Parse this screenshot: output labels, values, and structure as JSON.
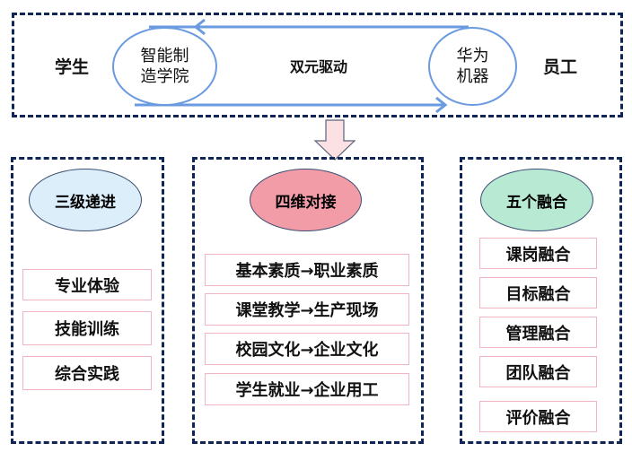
{
  "top": {
    "left_label": "学生",
    "left_circle": "智能制造学院",
    "center_label": "双元驱动",
    "right_circle": "华为机器",
    "right_label": "员工"
  },
  "columns": [
    {
      "title": "三级递进",
      "color": "#dceefa",
      "items": [
        "专业体验",
        "技能训练",
        "综合实践"
      ]
    },
    {
      "title": "四维对接",
      "color": "#f29ca8",
      "items": [
        "基本素质→职业素质",
        "课堂教学→生产现场",
        "校园文化→企业文化",
        "学生就业→企业用工"
      ]
    },
    {
      "title": "五个融合",
      "color": "#b8e9d3",
      "items": [
        "课岗融合",
        "目标融合",
        "管理融合",
        "团队融合",
        "评价融合"
      ]
    }
  ]
}
